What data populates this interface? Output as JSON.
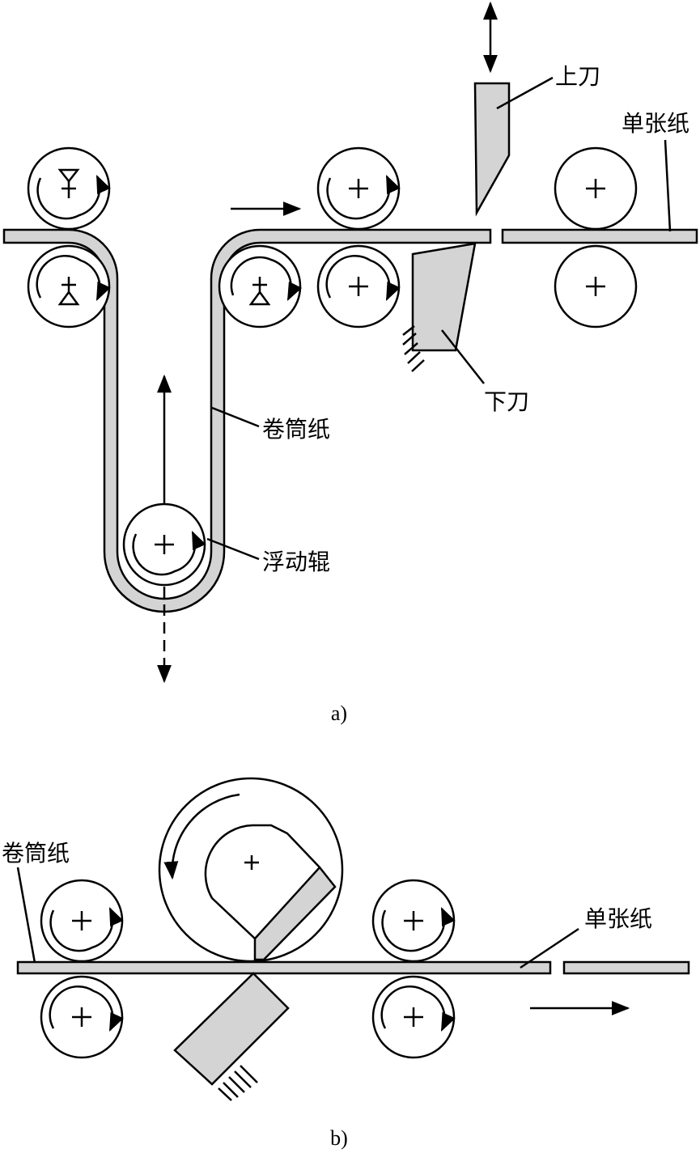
{
  "figure_a": {
    "caption": "a)",
    "labels": {
      "upper_knife": "上刀",
      "single_sheet": "单张纸",
      "lower_knife": "下刀",
      "web_paper": "卷筒纸",
      "floating_roller": "浮动辊"
    }
  },
  "figure_b": {
    "caption": "b)",
    "labels": {
      "web_paper": "卷筒纸",
      "single_sheet": "单张纸"
    }
  }
}
